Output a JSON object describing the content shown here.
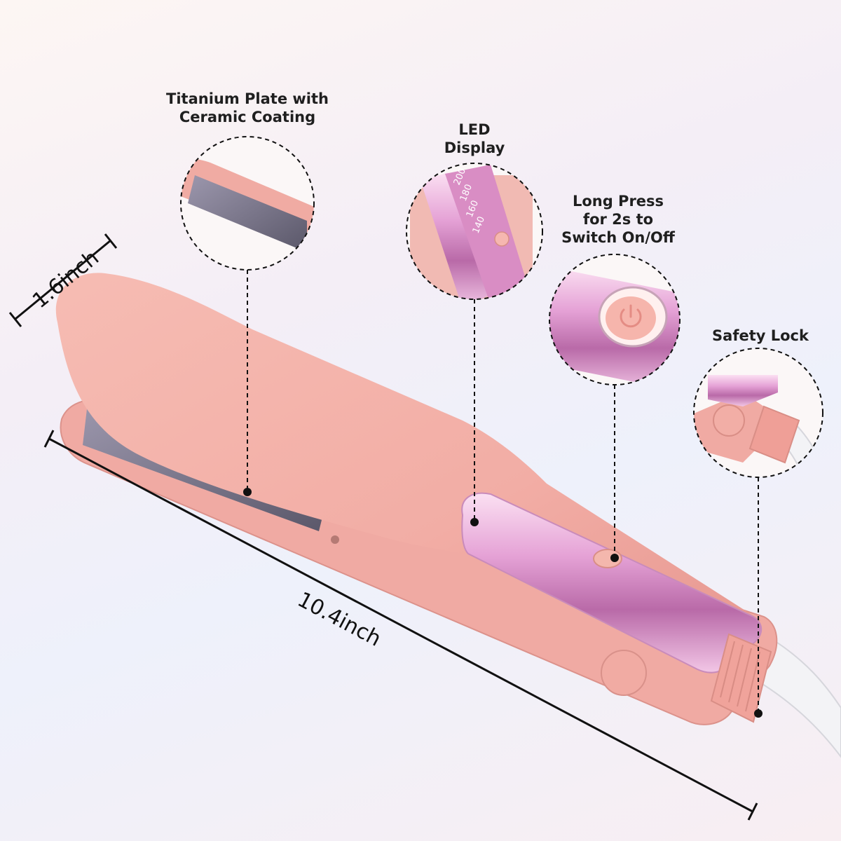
{
  "callouts": {
    "plate": {
      "label": "Titanium Plate with\nCeramic Coating"
    },
    "led": {
      "label": "LED\nDisplay",
      "temps": [
        "200",
        "180",
        "160",
        "140"
      ]
    },
    "power": {
      "label": "Long Press\nfor 2s to\nSwitch On/Off"
    },
    "lock": {
      "label": "Safety Lock"
    }
  },
  "dimensions": {
    "width": "1.6inch",
    "length": "10.4inch"
  },
  "colors": {
    "body": "#f2ada5",
    "body_shadow": "#e2958e",
    "plate": "#6f6c80",
    "chrome": "#e8a7d8",
    "cord": "#f2f2f4",
    "text": "#1f1f1f"
  }
}
